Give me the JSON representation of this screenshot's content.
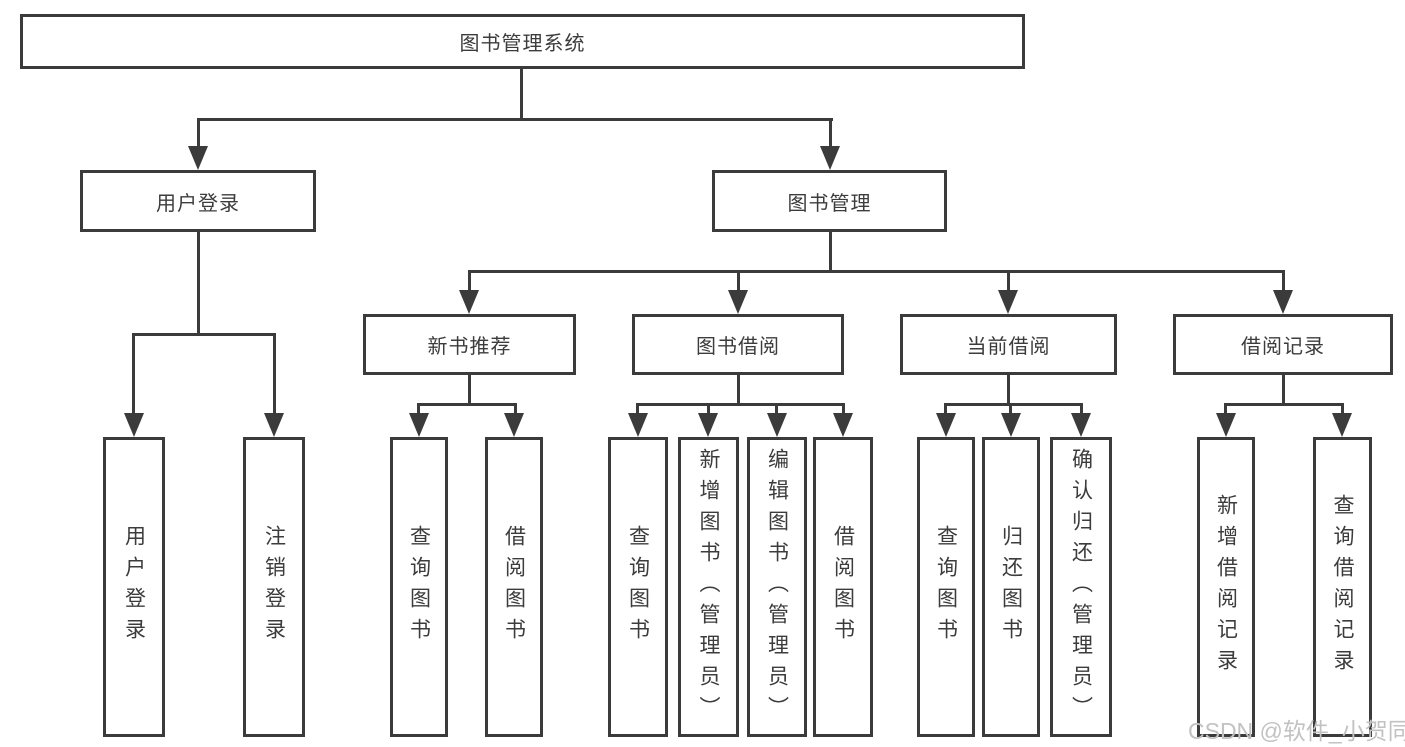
{
  "diagram": {
    "root": {
      "label": "图书管理系统"
    },
    "branches": [
      {
        "label": "用户登录",
        "leaves": [
          {
            "label": "用户登录"
          },
          {
            "label": "注销登录"
          }
        ]
      },
      {
        "label": "图书管理",
        "groups": [
          {
            "label": "新书推荐",
            "leaves": [
              {
                "label": "查询图书"
              },
              {
                "label": "借阅图书"
              }
            ]
          },
          {
            "label": "图书借阅",
            "leaves": [
              {
                "label": "查询图书"
              },
              {
                "label": "新增图书（管理员）"
              },
              {
                "label": "编辑图书（管理员）"
              },
              {
                "label": "借阅图书"
              }
            ]
          },
          {
            "label": "当前借阅",
            "leaves": [
              {
                "label": "查询图书"
              },
              {
                "label": "归还图书"
              },
              {
                "label": "确认归还（管理员）"
              }
            ]
          },
          {
            "label": "借阅记录",
            "leaves": [
              {
                "label": "新增借阅记录"
              },
              {
                "label": "查询借阅记录"
              }
            ]
          }
        ]
      }
    ]
  },
  "watermark": {
    "text": "CSDN @软件_小贺同学"
  },
  "colors": {
    "line": "#3b3b3b",
    "text": "#3c3c3c",
    "watermark": "#c2c2c2",
    "background": "#ffffff"
  }
}
